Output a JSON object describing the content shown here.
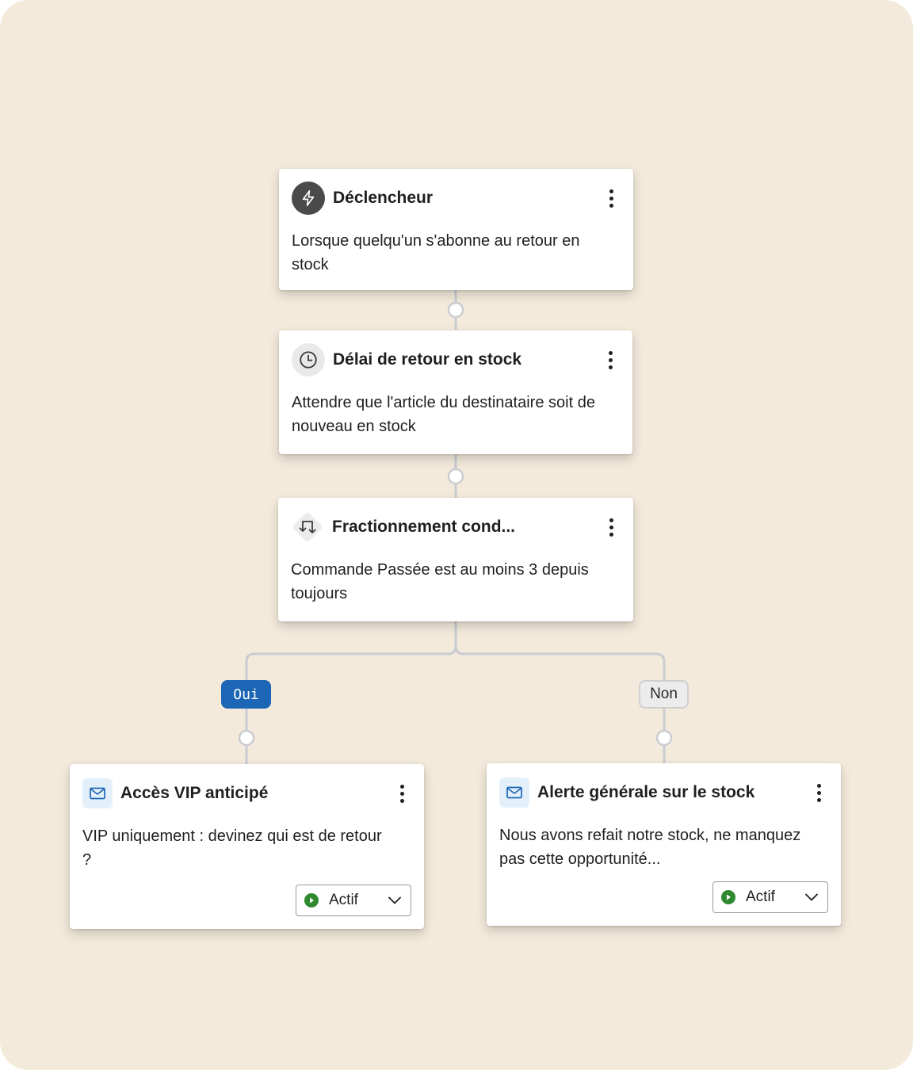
{
  "colors": {
    "background": "#f3eadb",
    "connector": "#c9ccd1",
    "yes_badge": "#1c66b5",
    "status_active": "#2f8a2f"
  },
  "flow": {
    "trigger": {
      "icon": "lightning-icon",
      "title": "Déclencheur",
      "description": "Lorsque quelqu'un s'abonne au retour en stock"
    },
    "delay": {
      "icon": "clock-icon",
      "title": "Délai de retour en stock",
      "description": "Attendre que l'article du destinataire soit de nouveau en stock"
    },
    "split": {
      "icon": "split-arrows-icon",
      "title": "Fractionnement cond...",
      "description": "Commande Passée est au moins 3 depuis toujours"
    },
    "branches": {
      "yes_label": "Oui",
      "no_label": "Non"
    },
    "email_yes": {
      "icon": "mail-icon",
      "title": "Accès VIP anticipé",
      "description": "VIP uniquement : devinez qui est de retour ?",
      "status": "Actif"
    },
    "email_no": {
      "icon": "mail-icon",
      "title": "Alerte générale sur le stock",
      "description": "Nous avons refait notre stock, ne manquez pas cette opportunité...",
      "status": "Actif"
    }
  }
}
